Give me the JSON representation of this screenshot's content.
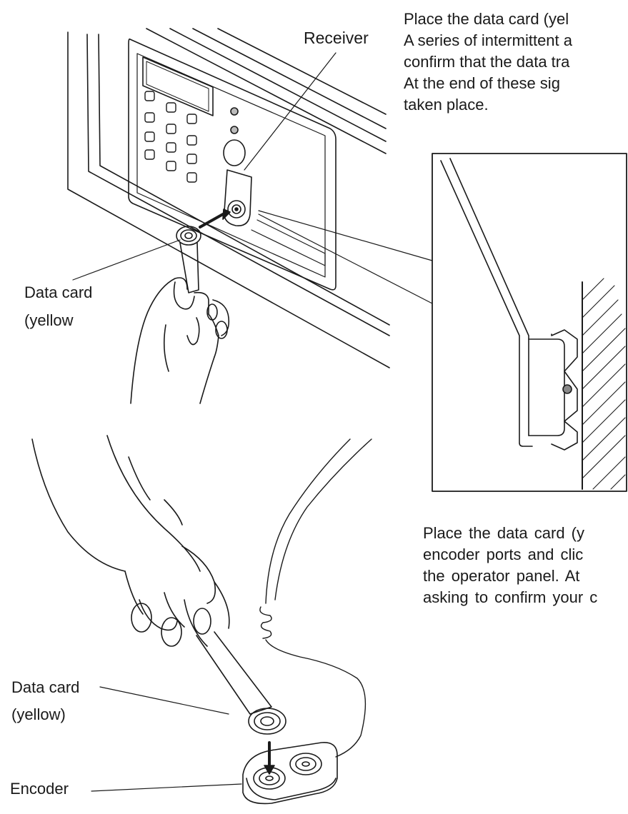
{
  "instructions": {
    "step1_lines": [
      "Place the data card (yel",
      "A series of intermittent a",
      "confirm that the data tra",
      "At the end of these sig",
      "taken place."
    ],
    "step2_lines": [
      "Place the data card (y",
      "encoder ports and clic",
      "the operator panel. At",
      "asking to confirm your c"
    ]
  },
  "labels": {
    "receiver": "Receiver",
    "data_card_top": [
      "Data card",
      "(yellow"
    ],
    "data_card_bottom": [
      "Data card",
      "(yellow)"
    ],
    "encoder": "Encoder"
  }
}
